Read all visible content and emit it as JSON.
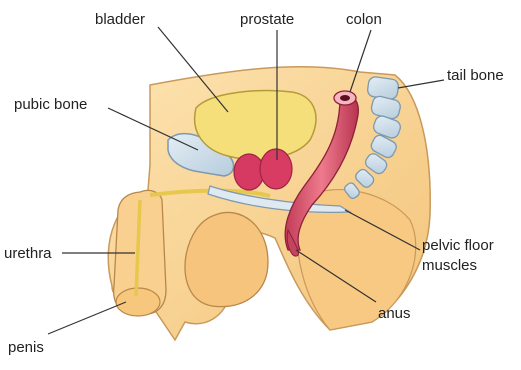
{
  "labels": {
    "bladder": "bladder",
    "prostate": "prostate",
    "colon": "colon",
    "tail_bone": "tail bone",
    "pubic_bone": "pubic bone",
    "urethra": "urethra",
    "pelvic_floor_line1": "pelvic floor",
    "pelvic_floor_line2": "muscles",
    "anus": "anus",
    "penis": "penis"
  },
  "colors": {
    "skin": "#fbd79a",
    "skin_shadow": "#eeb465",
    "bladder": "#f4df7c",
    "prostate": "#d83c62",
    "colon": "#d9586e",
    "bone": "#cbdde9",
    "outline": "#9b7a4f",
    "background": "#ffffff"
  }
}
